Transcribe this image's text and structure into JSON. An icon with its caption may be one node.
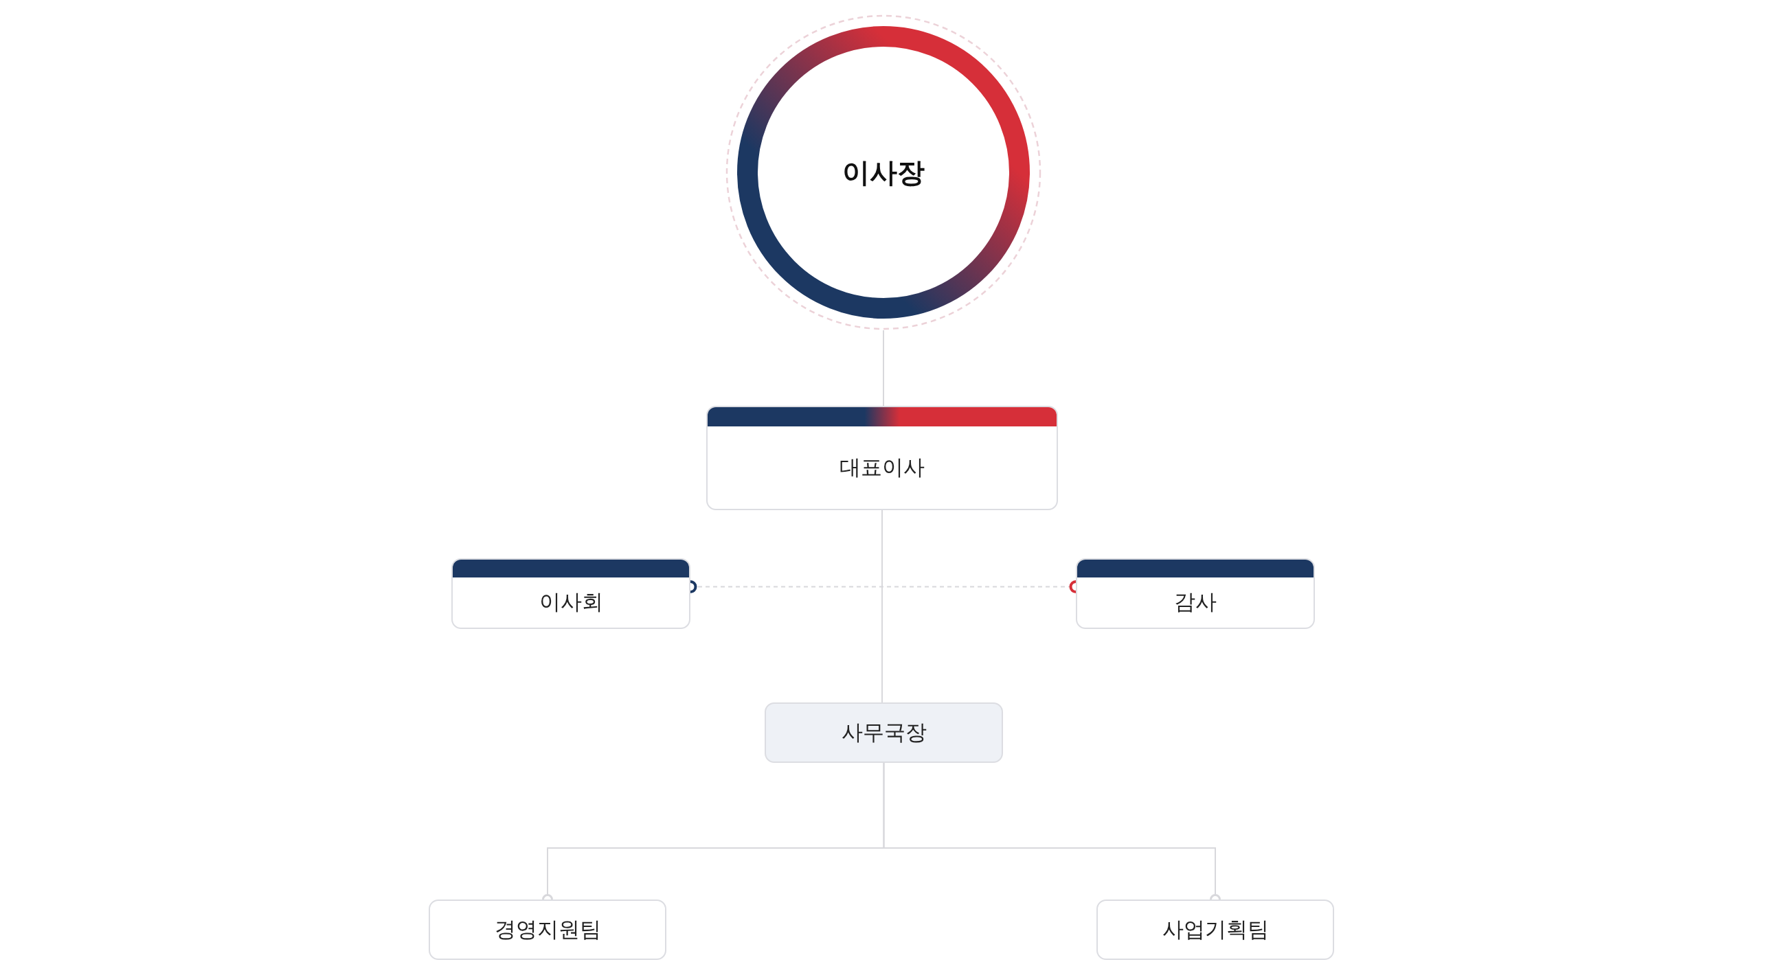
{
  "diagram": {
    "nodes": [
      {
        "text": [
          "이사장"
        ]
      },
      {
        "text": [
          "대표이사"
        ]
      },
      {
        "text": [
          "이사회"
        ]
      },
      {
        "text": [
          "감사"
        ]
      },
      {
        "text": [
          "사무국장"
        ]
      },
      {
        "text": [
          "경영지원팀"
        ]
      },
      {
        "text": [
          "사업기획팀"
        ]
      }
    ],
    "edges": [
      {
        "from": 0,
        "to": 1,
        "arrow": "none"
      },
      {
        "from": 1,
        "to": 4,
        "arrow": "none"
      },
      {
        "from": 2,
        "to": 3,
        "arrow": "other",
        "style": "dashed"
      },
      {
        "from": 4,
        "to": 5,
        "arrow": "other"
      },
      {
        "from": 4,
        "to": 6,
        "arrow": "other"
      }
    ]
  }
}
